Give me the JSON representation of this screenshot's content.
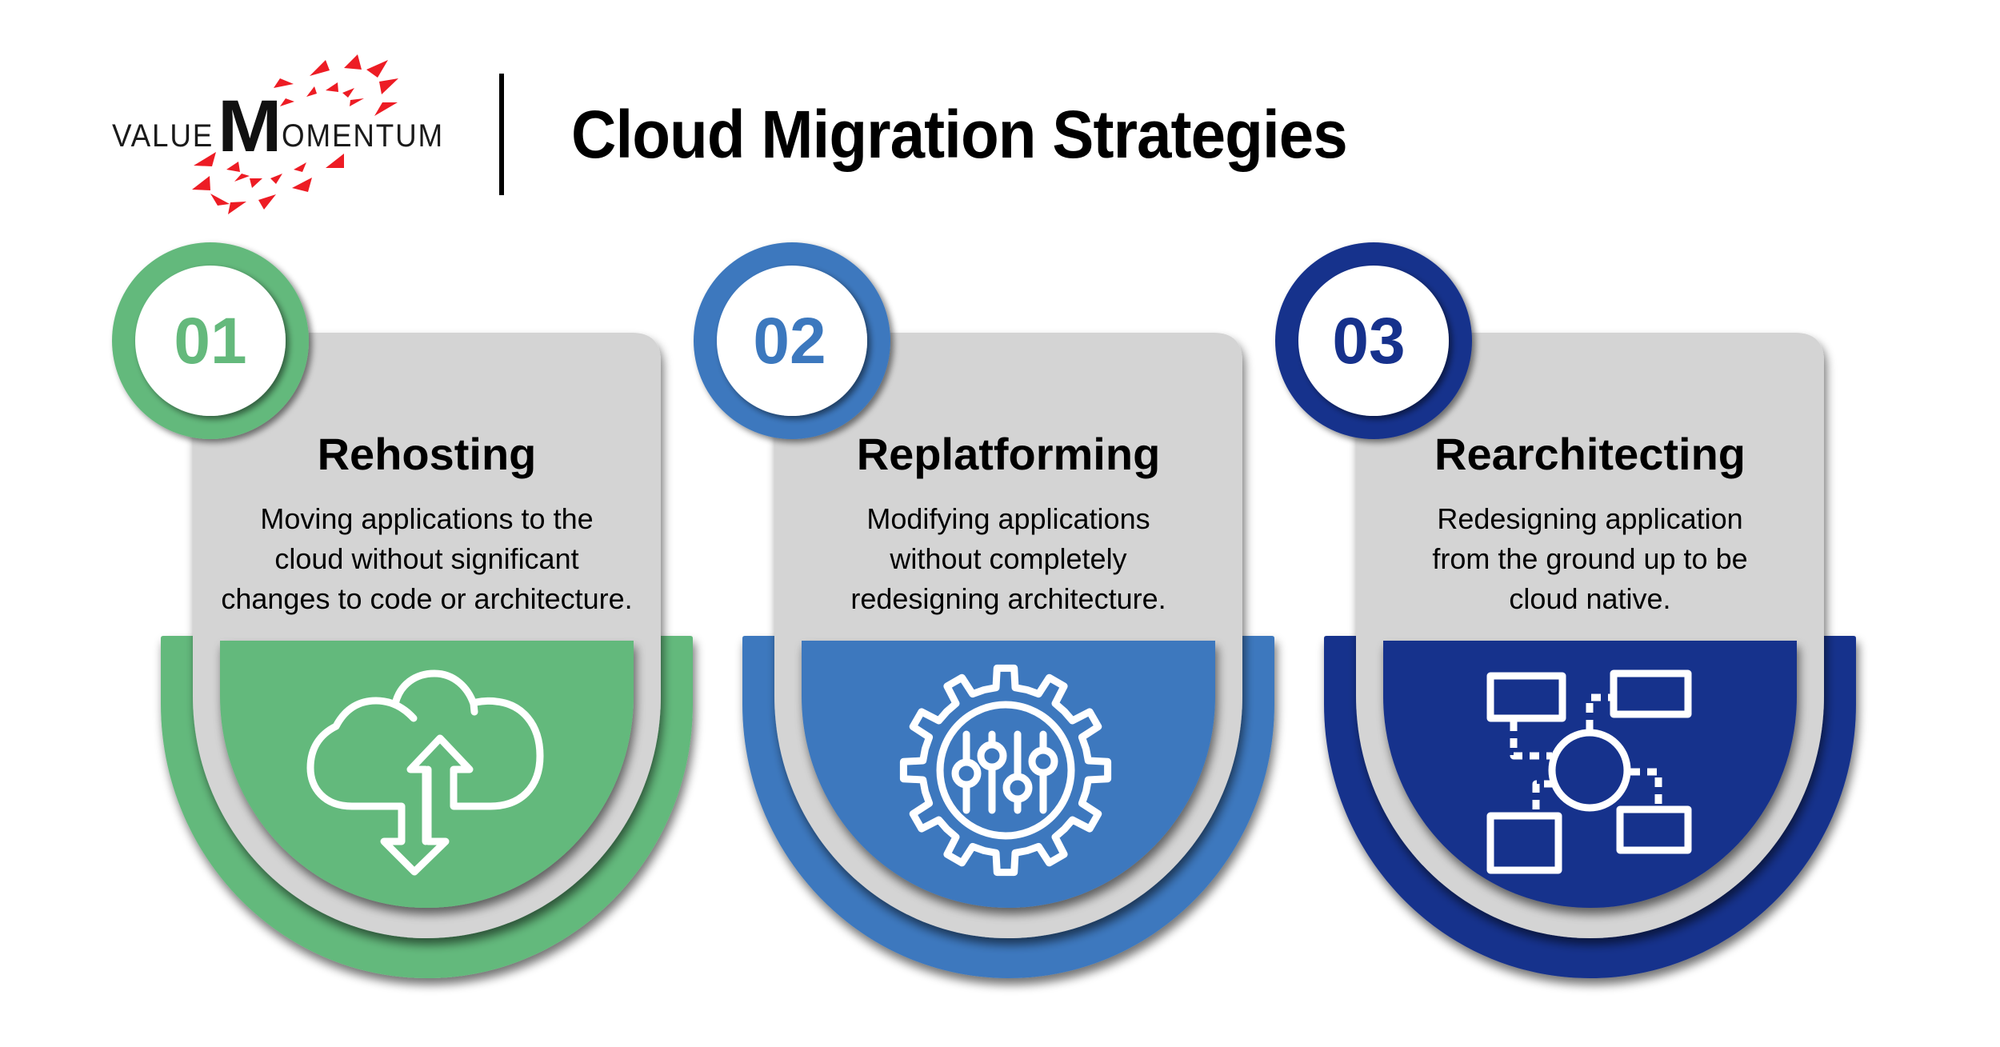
{
  "header": {
    "logo": {
      "text_left": "VALUE",
      "text_big": "M",
      "text_right": "OMENTUM",
      "accent_color": "#ED1C24"
    },
    "title": "Cloud Migration Strategies"
  },
  "cards": [
    {
      "number": "01",
      "title": "Rehosting",
      "description_lines": [
        "Moving applications to the",
        "cloud without significant",
        "changes to code or architecture."
      ],
      "icon": "cloud-upload-download-icon",
      "color": "#64B97C"
    },
    {
      "number": "02",
      "title": "Replatforming",
      "description_lines": [
        "Modifying applications",
        "without completely",
        "redesigning architecture."
      ],
      "icon": "gear-sliders-icon",
      "color": "#3C78BE"
    },
    {
      "number": "03",
      "title": "Rearchitecting",
      "description_lines": [
        "Redesigning application",
        "from the ground up to be",
        "cloud native."
      ],
      "icon": "architecture-diagram-icon",
      "color": "#16318C"
    }
  ],
  "colors": {
    "card_gray": "#D4D4D4",
    "text": "#000000",
    "background": "#FFFFFF"
  }
}
